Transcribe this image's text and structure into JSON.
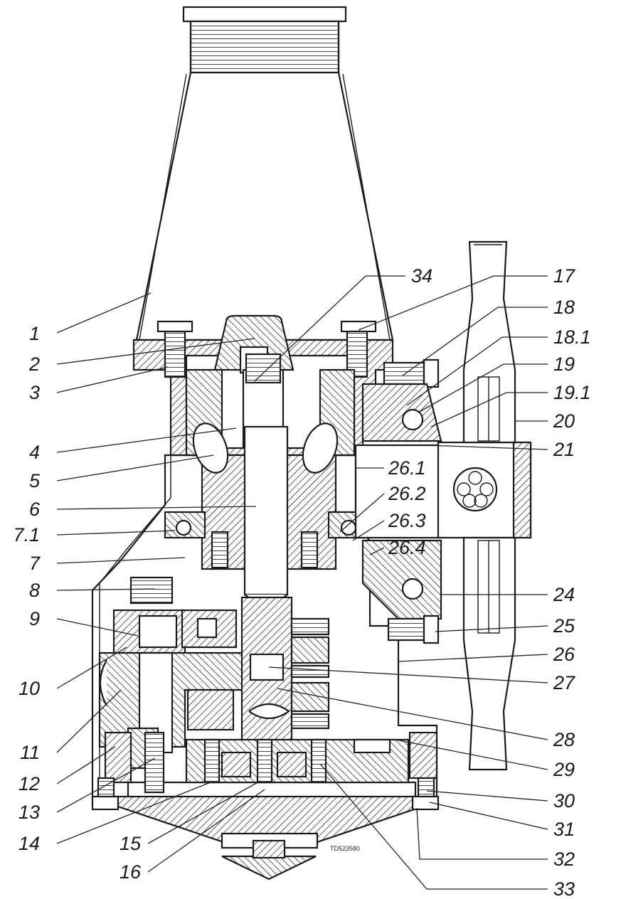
{
  "drawing_code": "TD523580",
  "labels": [
    {
      "text": "1"
    },
    {
      "text": "2"
    },
    {
      "text": "3"
    },
    {
      "text": "4"
    },
    {
      "text": "5"
    },
    {
      "text": "6"
    },
    {
      "text": "7.1"
    },
    {
      "text": "7"
    },
    {
      "text": "8"
    },
    {
      "text": "9"
    },
    {
      "text": "10"
    },
    {
      "text": "11"
    },
    {
      "text": "12"
    },
    {
      "text": "13"
    },
    {
      "text": "14"
    },
    {
      "text": "15"
    },
    {
      "text": "16"
    },
    {
      "text": "34"
    },
    {
      "text": "17"
    },
    {
      "text": "18"
    },
    {
      "text": "18.1"
    },
    {
      "text": "19"
    },
    {
      "text": "19.1"
    },
    {
      "text": "20"
    },
    {
      "text": "21"
    },
    {
      "text": "26.1"
    },
    {
      "text": "26.2"
    },
    {
      "text": "26.3"
    },
    {
      "text": "26.4"
    },
    {
      "text": "24"
    },
    {
      "text": "25"
    },
    {
      "text": "26"
    },
    {
      "text": "27"
    },
    {
      "text": "28"
    },
    {
      "text": "29"
    },
    {
      "text": "30"
    },
    {
      "text": "31"
    },
    {
      "text": "32"
    },
    {
      "text": "33"
    }
  ]
}
